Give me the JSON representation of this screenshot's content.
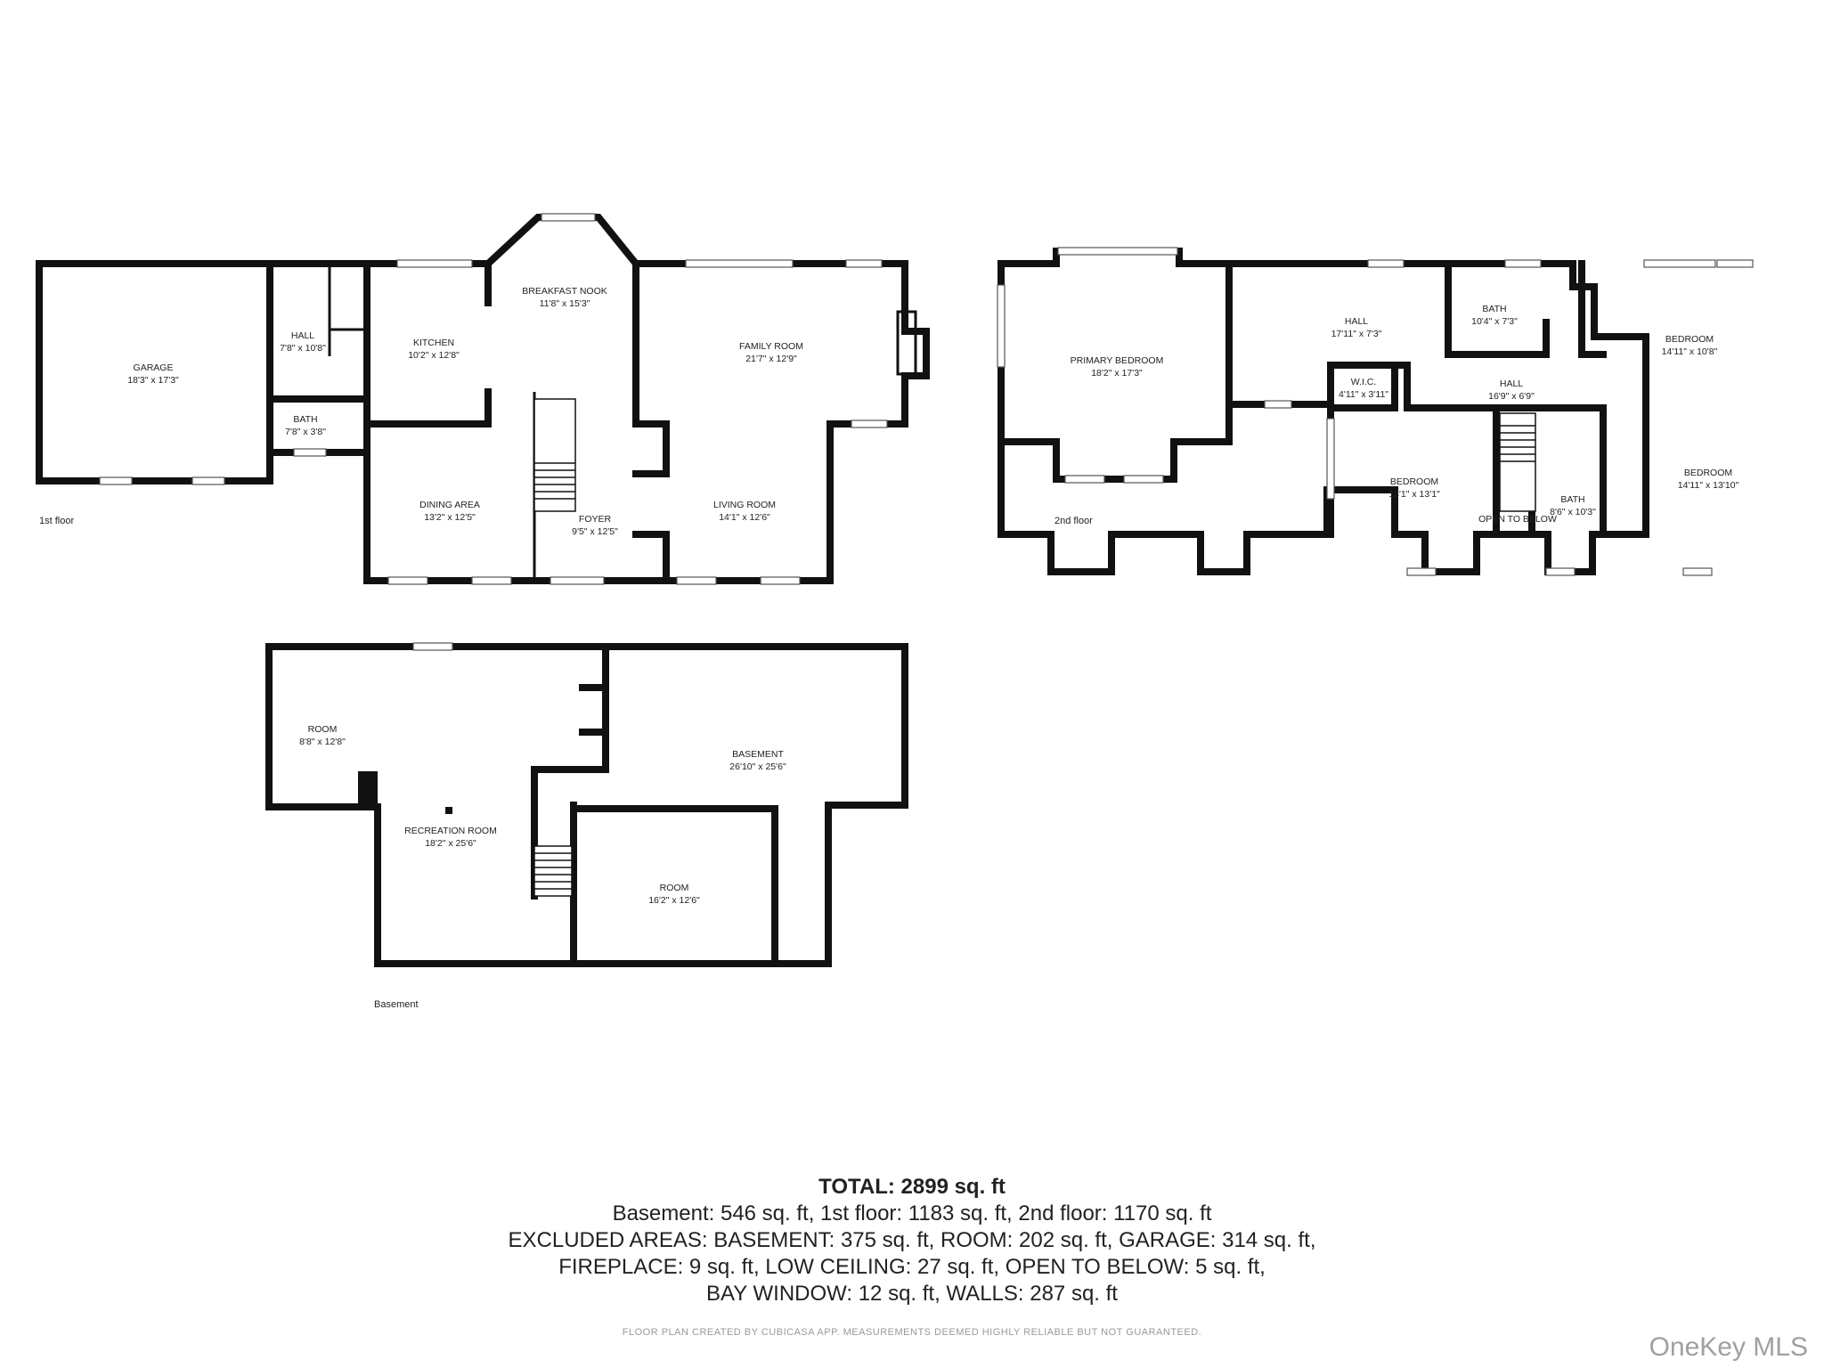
{
  "floors": {
    "first": {
      "label": "1st floor",
      "rooms": [
        {
          "name": "GARAGE",
          "dim": "18'3\" x 17'3\""
        },
        {
          "name": "HALL",
          "dim": "7'8\" x 10'8\""
        },
        {
          "name": "BATH",
          "dim": "7'8\" x 3'8\""
        },
        {
          "name": "KITCHEN",
          "dim": "10'2\" x 12'8\""
        },
        {
          "name": "BREAKFAST NOOK",
          "dim": "11'8\" x 15'3\""
        },
        {
          "name": "FAMILY ROOM",
          "dim": "21'7\" x 12'9\""
        },
        {
          "name": "DINING AREA",
          "dim": "13'2\" x 12'5\""
        },
        {
          "name": "FOYER",
          "dim": "9'5\" x 12'5\""
        },
        {
          "name": "LIVING ROOM",
          "dim": "14'1\" x 12'6\""
        }
      ]
    },
    "second": {
      "label": "2nd floor",
      "rooms": [
        {
          "name": "PRIMARY BEDROOM",
          "dim": "18'2\" x 17'3\""
        },
        {
          "name": "HALL",
          "dim": "17'11\" x 7'3\""
        },
        {
          "name": "BATH",
          "dim": "10'4\" x 7'3\""
        },
        {
          "name": "BEDROOM",
          "dim": "14'11\" x 10'8\""
        },
        {
          "name": "W.I.C.",
          "dim": "4'11\" x 3'11\""
        },
        {
          "name": "HALL",
          "dim": "16'9\" x 6'9\""
        },
        {
          "name": "BEDROOM",
          "dim": "13'1\" x 13'1\""
        },
        {
          "name": "BATH",
          "dim": "8'6\" x 10'3\""
        },
        {
          "name": "BEDROOM",
          "dim": "14'11\" x 13'10\""
        }
      ],
      "open_to_below": "OPEN TO BELOW"
    },
    "basement": {
      "label": "Basement",
      "rooms": [
        {
          "name": "ROOM",
          "dim": "8'8\" x 12'8\""
        },
        {
          "name": "RECREATION ROOM",
          "dim": "18'2\" x 25'6\""
        },
        {
          "name": "BASEMENT",
          "dim": "26'10\" x 25'6\""
        },
        {
          "name": "ROOM",
          "dim": "16'2\" x 12'6\""
        }
      ]
    }
  },
  "summary": {
    "total": "TOTAL: 2899 sq. ft",
    "line1": "Basement: 546 sq. ft, 1st floor: 1183 sq. ft, 2nd floor: 1170 sq. ft",
    "line2": "EXCLUDED AREAS: BASEMENT: 375 sq. ft, ROOM: 202 sq. ft, GARAGE: 314 sq. ft,",
    "line3": "FIREPLACE: 9 sq. ft, LOW CEILING: 27 sq. ft, OPEN TO BELOW: 5 sq. ft,",
    "line4": "BAY WINDOW: 12 sq. ft, WALLS: 287 sq. ft"
  },
  "disclaimer": "FLOOR PLAN CREATED BY CUBICASA APP. MEASUREMENTS DEEMED HIGHLY RELIABLE BUT NOT GUARANTEED.",
  "watermark": "OneKey MLS"
}
